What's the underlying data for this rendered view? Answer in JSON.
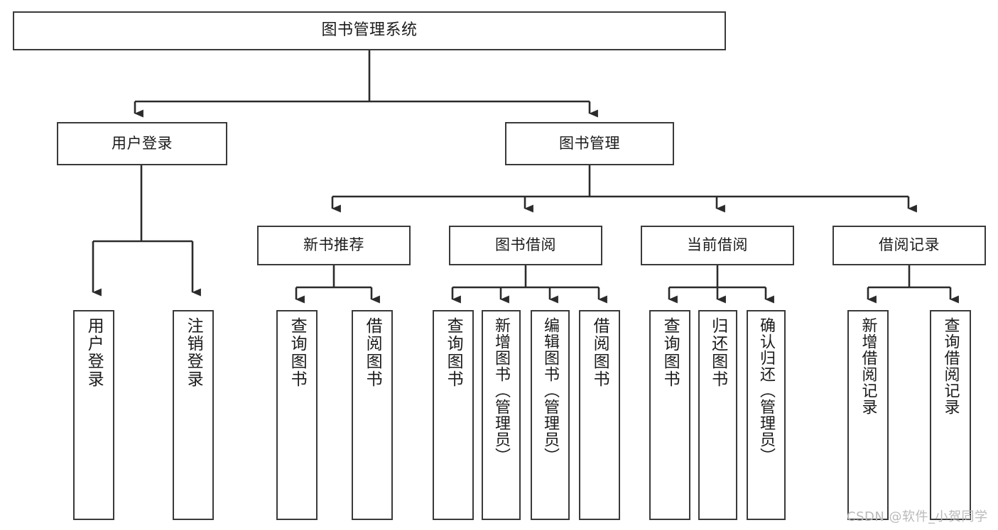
{
  "diagram": {
    "title": "图书管理系统",
    "type": "function-structure-tree",
    "background_color": "#ffffff",
    "node_border_color": "#3a3a3a",
    "connector_color": "#2b2b2b",
    "root": {
      "id": "root",
      "label": "图书管理系统"
    },
    "level1": [
      {
        "id": "user-login",
        "label": "用户登录"
      },
      {
        "id": "book-manage",
        "label": "图书管理"
      }
    ],
    "level2": [
      {
        "id": "new-book-recommend",
        "label": "新书推荐",
        "parent": "book-manage"
      },
      {
        "id": "book-borrow",
        "label": "图书借阅",
        "parent": "book-manage"
      },
      {
        "id": "current-borrow",
        "label": "当前借阅",
        "parent": "book-manage"
      },
      {
        "id": "borrow-record",
        "label": "借阅记录",
        "parent": "book-manage"
      }
    ],
    "leaves": [
      {
        "id": "leaf-user-login",
        "label": "用户登录",
        "parent": "user-login"
      },
      {
        "id": "leaf-logout",
        "label": "注销登录",
        "parent": "user-login"
      },
      {
        "id": "leaf-query-book-1",
        "label": "查询图书",
        "parent": "new-book-recommend"
      },
      {
        "id": "leaf-borrow-book-1",
        "label": "借阅图书",
        "parent": "new-book-recommend"
      },
      {
        "id": "leaf-query-book-2",
        "label": "查询图书",
        "parent": "book-borrow"
      },
      {
        "id": "leaf-add-book",
        "label": "新增图书（管理员）",
        "parent": "book-borrow"
      },
      {
        "id": "leaf-edit-book",
        "label": "编辑图书（管理员）",
        "parent": "book-borrow"
      },
      {
        "id": "leaf-borrow-book-2",
        "label": "借阅图书",
        "parent": "book-borrow"
      },
      {
        "id": "leaf-query-book-3",
        "label": "查询图书",
        "parent": "current-borrow"
      },
      {
        "id": "leaf-return-book",
        "label": "归还图书",
        "parent": "current-borrow"
      },
      {
        "id": "leaf-confirm-return",
        "label": "确认归还（管理员）",
        "parent": "current-borrow"
      },
      {
        "id": "leaf-add-record",
        "label": "新增借阅记录",
        "parent": "borrow-record"
      },
      {
        "id": "leaf-query-record",
        "label": "查询借阅记录",
        "parent": "borrow-record"
      }
    ],
    "watermark": "CSDN @软件_小贺同学"
  }
}
